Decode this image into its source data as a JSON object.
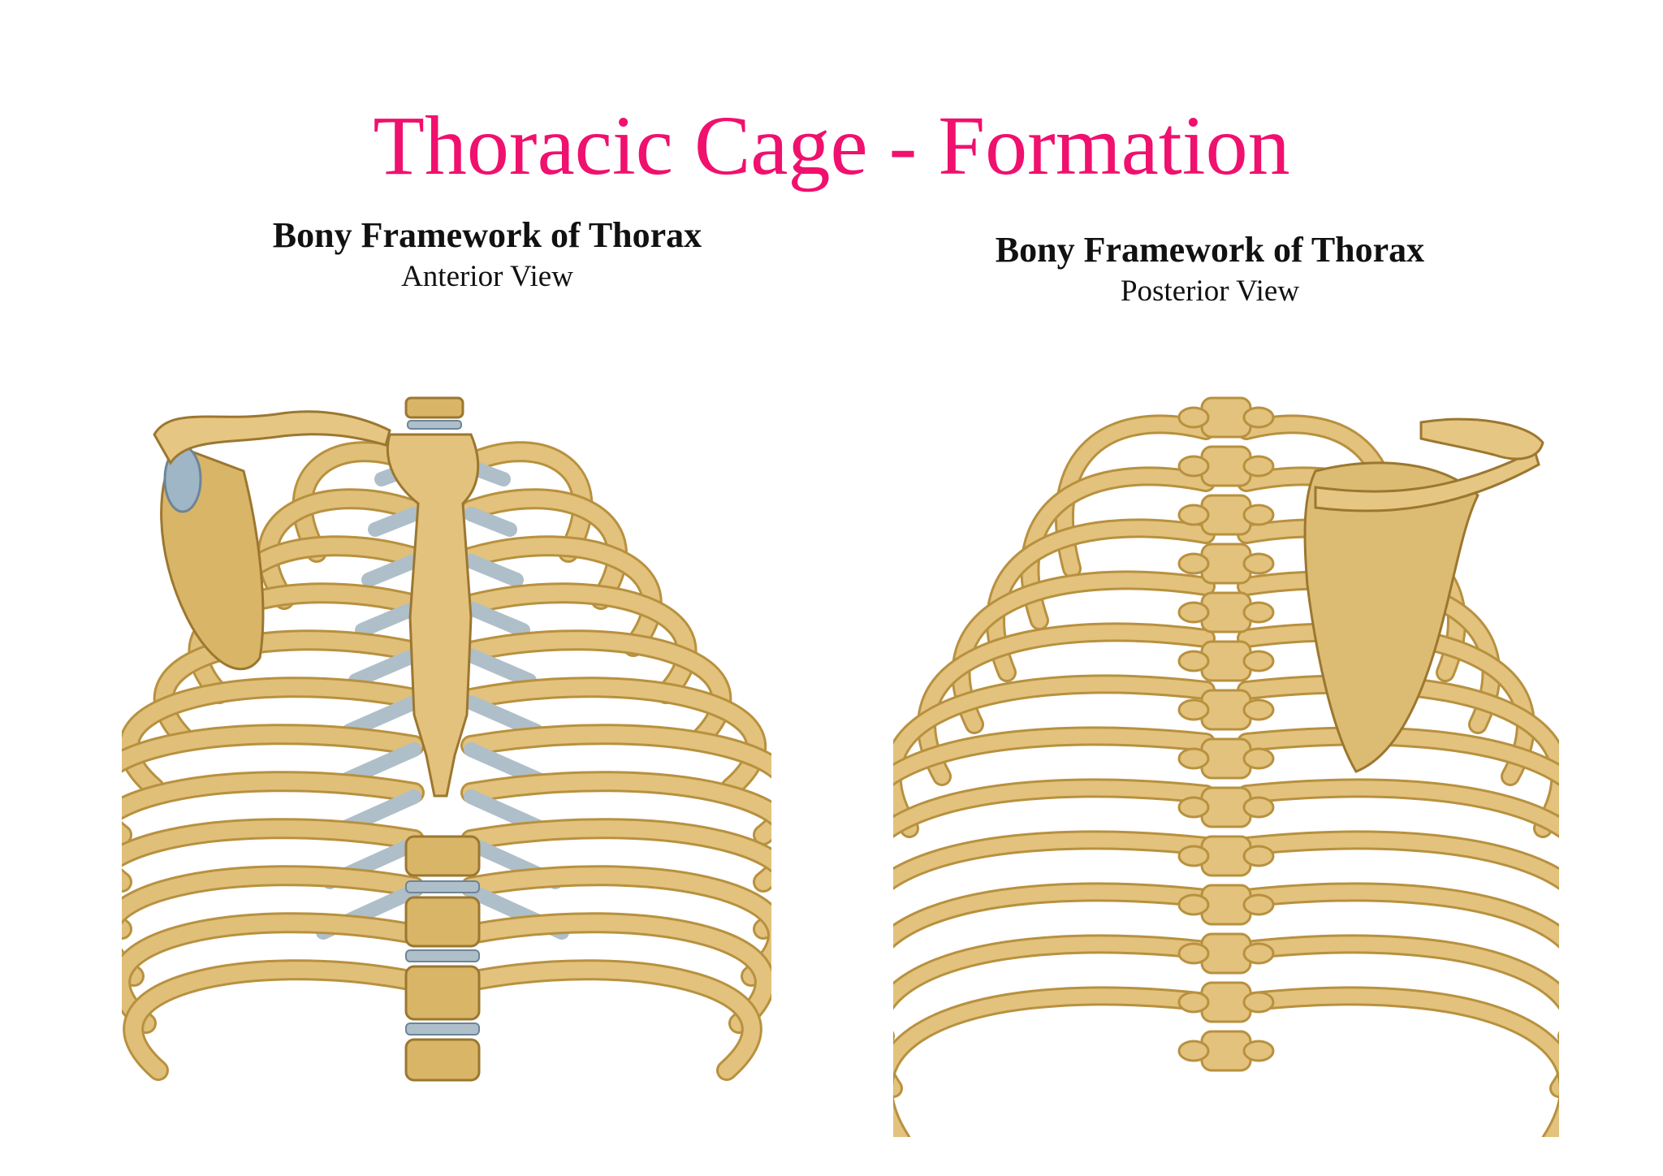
{
  "title": "Thoracic Cage - Formation",
  "figures": [
    {
      "heading": "Bony Framework of Thorax",
      "subheading": "Anterior View"
    },
    {
      "heading": "Bony Framework of Thorax",
      "subheading": "Posterior View"
    }
  ],
  "colors": {
    "title": "#f0106e",
    "bone": "#e2c27c",
    "bone_shadow": "#b8913f",
    "cartilage": "#aebfca",
    "text": "#111111"
  }
}
